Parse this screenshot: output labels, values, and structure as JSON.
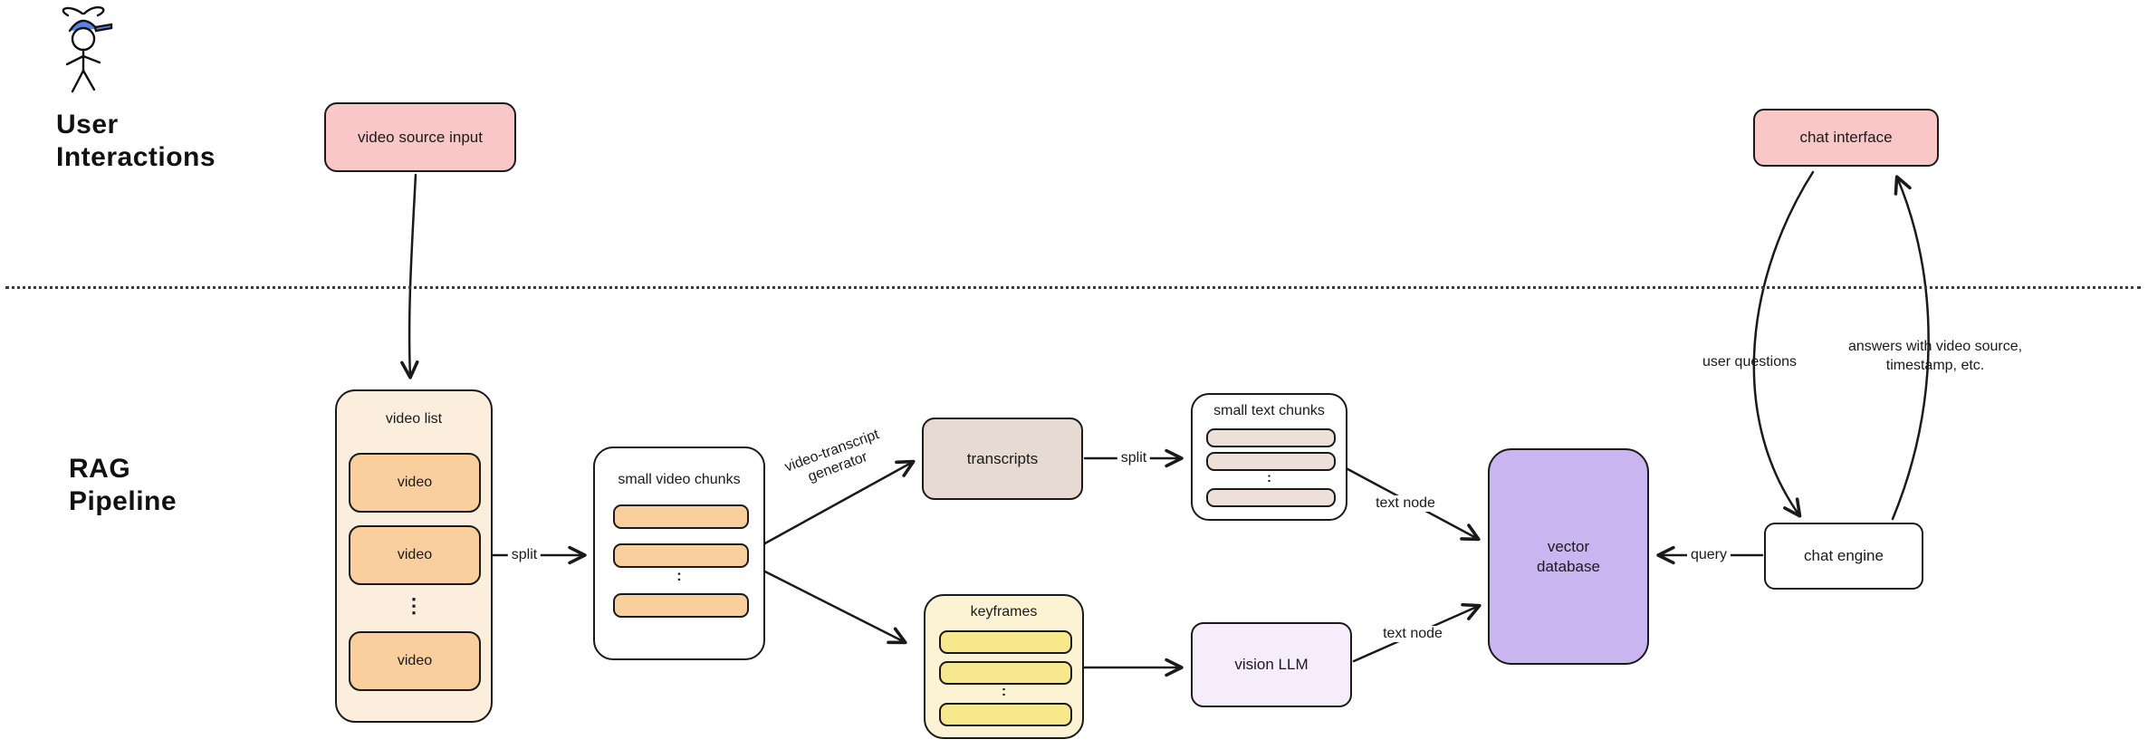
{
  "sections": {
    "user_interactions": {
      "label": "User Interactions"
    },
    "rag_pipeline": {
      "label": "RAG Pipeline"
    }
  },
  "nodes": {
    "video_source_input": {
      "label": "video source input",
      "fill": "#f9c7c7"
    },
    "chat_interface": {
      "label": "chat interface",
      "fill": "#f9c7c7"
    },
    "video_list": {
      "label": "video list",
      "fill": "#fbeedd",
      "item_fill": "#f8cf9d",
      "items": [
        "video",
        "video",
        "video"
      ],
      "ellipsis": "⋮"
    },
    "small_video_chunks": {
      "label": "small video chunks",
      "fill": "#ffffff",
      "bar_fill": "#f8cf9d",
      "ellipsis": ":"
    },
    "transcripts": {
      "label": "transcripts",
      "fill": "#e7dad2"
    },
    "small_text_chunks": {
      "label": "small text chunks",
      "fill": "#ffffff",
      "bar_fill": "#ece0d9",
      "ellipsis": ":"
    },
    "keyframes": {
      "label": "keyframes",
      "fill": "#fbf3d3",
      "bar_fill": "#f8e88d",
      "ellipsis": ":"
    },
    "vision_llm": {
      "label": "vision LLM",
      "fill": "#f6edfa"
    },
    "vector_database": {
      "label": "vector database",
      "fill": "#c9b5f0"
    },
    "chat_engine": {
      "label": "chat engine",
      "fill": "#ffffff"
    }
  },
  "edges": {
    "split_videos": "split",
    "video_transcript_generator": "video-transcript generator",
    "split_transcripts": "split",
    "text_node_top": "text node",
    "text_node_bottom": "text node",
    "query": "query",
    "user_questions": "user questions",
    "answers": "answers with video source, timestamp, etc."
  },
  "colors": {
    "ink": "#1a1a1a",
    "pink": "#f9c7c7",
    "orange": "#f8cf9d",
    "purple": "#c9b5f0"
  }
}
